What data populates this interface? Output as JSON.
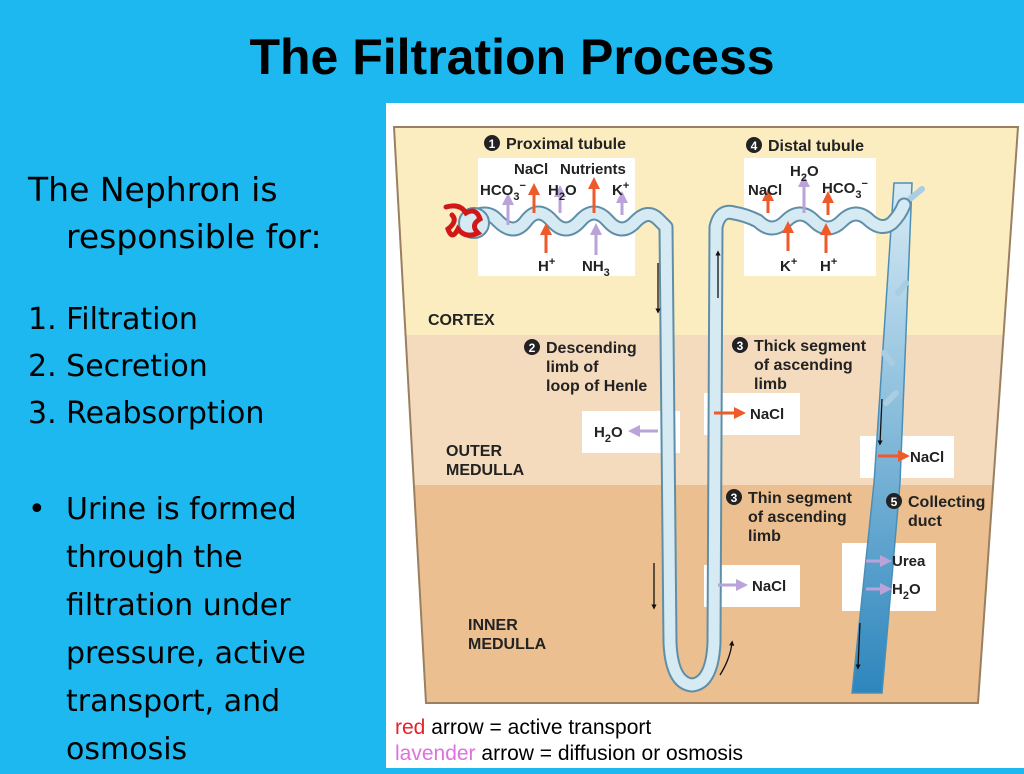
{
  "title": "The Filtration Process",
  "intro": {
    "line1": "The Nephron is",
    "line2": "responsible for:"
  },
  "list": [
    "1. Filtration",
    "2. Secretion",
    "3. Reabsorption"
  ],
  "bullet": {
    "symbol": "•",
    "text": "Urine is formed through the filtration under pressure,  active transport, and osmosis"
  },
  "diagram": {
    "regions": {
      "cortex": "CORTEX",
      "outer1": "OUTER",
      "outer2": "MEDULLA",
      "inner1": "INNER",
      "inner2": "MEDULLA"
    },
    "steps": {
      "s1": {
        "num": "1",
        "label": "Proximal tubule"
      },
      "s2": {
        "num": "2",
        "line1": "Descending",
        "line2": "limb of",
        "line3": "loop of Henle"
      },
      "s3a": {
        "num": "3",
        "line1": "Thick segment",
        "line2": "of ascending",
        "line3": "limb"
      },
      "s3b": {
        "num": "3",
        "line1": "Thin segment",
        "line2": "of ascending",
        "line3": "limb"
      },
      "s4": {
        "num": "4",
        "label": "Distal tubule"
      },
      "s5": {
        "num": "5",
        "line1": "Collecting",
        "line2": "duct"
      }
    },
    "proximal": {
      "nacl": "NaCl",
      "nutrients": "Nutrients",
      "hco3": "HCO",
      "h2o": "H",
      "k": "K",
      "h": "H",
      "nh3": "NH"
    },
    "distal": {
      "h2o": "H",
      "nacl": "NaCl",
      "hco3": "HCO",
      "k": "K",
      "h": "H"
    },
    "boxes": {
      "desc_h2o": "H",
      "thick_nacl": "NaCl",
      "cd_nacl": "NaCl",
      "thin_nacl": "NaCl",
      "urea": "Urea",
      "cd_h2o": "H"
    },
    "colors": {
      "red_arrow": "#ee5a2a",
      "lavender_arrow": "#b9a3d9",
      "cortex": "#fbedc0",
      "outer": "#f4dbbd",
      "inner": "#ebbf8f",
      "tubule": "#cfe6f2"
    }
  },
  "legend": {
    "red_word": "red",
    "red_rest": " arrow = active transport",
    "lav_word": "lavender",
    "lav_rest": " arrow = diffusion or osmosis"
  }
}
